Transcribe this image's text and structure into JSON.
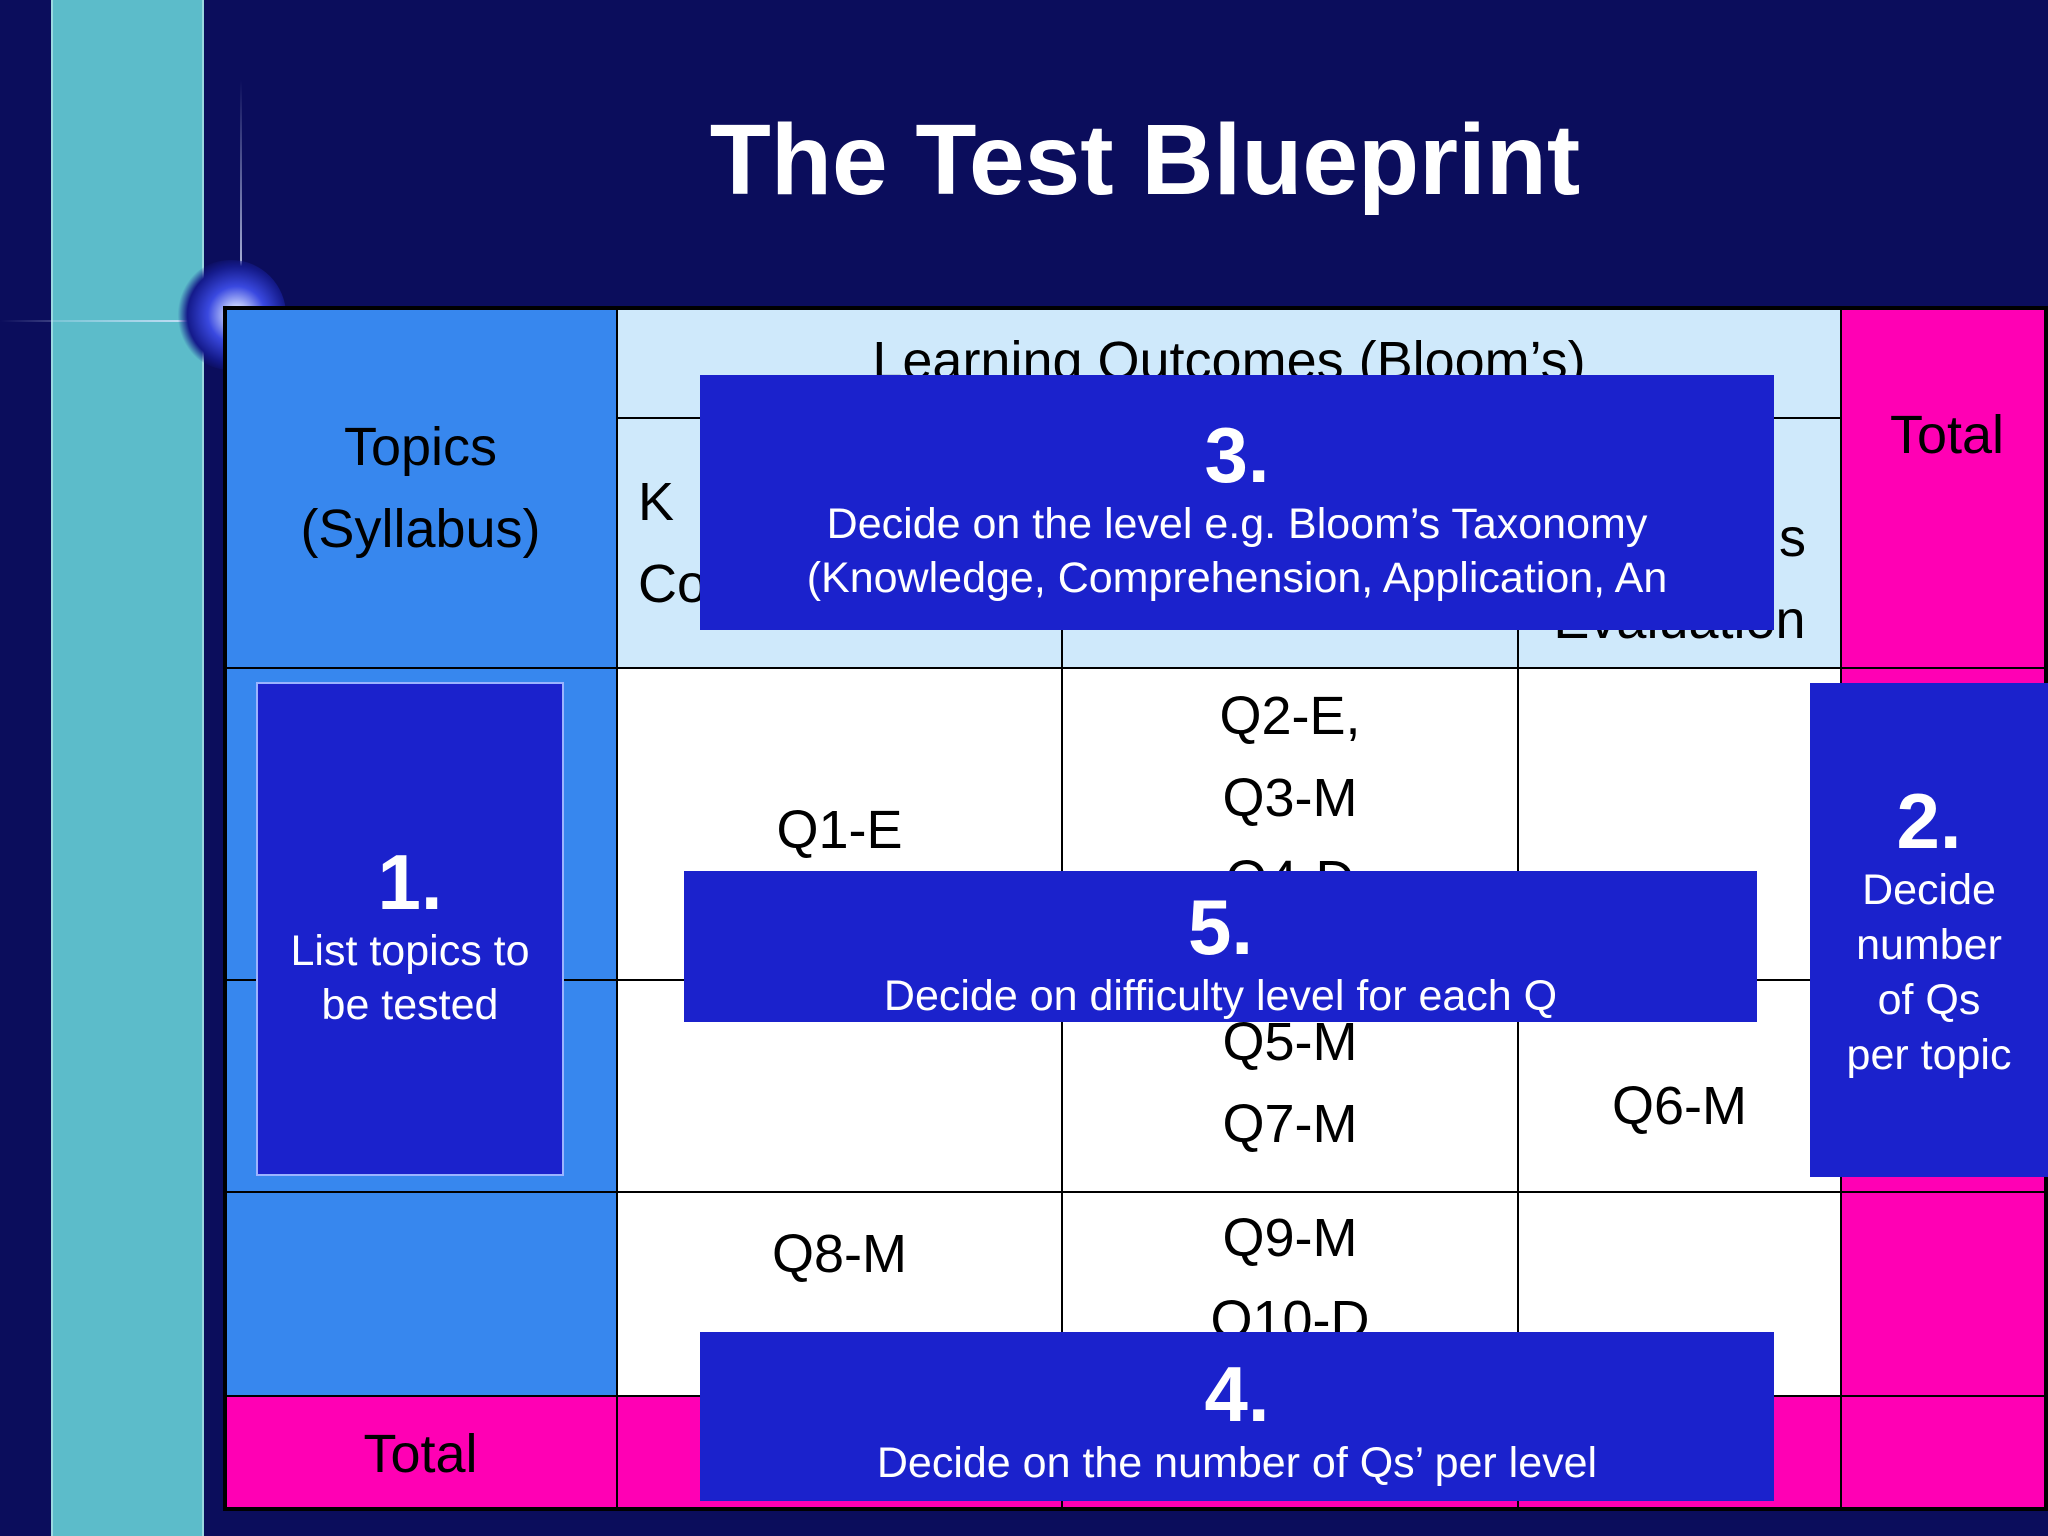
{
  "slide": {
    "title": "The Test Blueprint"
  },
  "table": {
    "topics_header_line1": "Topics",
    "topics_header_line2": "(Syllabus)",
    "outcomes_header": "Learning Outcomes (Bloom’s)",
    "level_col1_line1": "K",
    "level_col1_line2": "Co",
    "level_col3_line1": "s",
    "level_col3_line2": "Evaluation",
    "total_col_header": "Total",
    "total_row_label": "Total",
    "row1": {
      "col1": "Q1-E",
      "col2_line1": "Q2-E,",
      "col2_line2": "Q3-M",
      "col2_line3": "Q4-D"
    },
    "row2": {
      "col2_line1": "Q5-M",
      "col2_line2": "Q7-M",
      "col3": "Q6-M"
    },
    "row3": {
      "col1": "Q8-M",
      "col2_line1": "Q9-M",
      "col2_line2": "Q10-D"
    }
  },
  "overlays": {
    "step1": {
      "number": "1.",
      "text_line1": "List topics to",
      "text_line2": "be tested"
    },
    "step2": {
      "number": "2.",
      "text_line1": "Decide",
      "text_line2": "number",
      "text_line3": "of Qs",
      "text_line4": "per topic"
    },
    "step3": {
      "number": "3.",
      "text_line1": "Decide on the level e.g. Bloom’s Taxonomy",
      "text_line2": "(Knowledge, Comprehension, Application, An"
    },
    "step4": {
      "number": "4.",
      "text": "Decide on the number of Qs’ per level"
    },
    "step5": {
      "number": "5.",
      "text": "Decide on difficulty level for each Q"
    }
  },
  "colors": {
    "background": "#0b0d5c",
    "stripe": "#5cbcca",
    "topic_column": "#3787ee",
    "header_row": "#cfe9fb",
    "total_cells": "#ff00b4",
    "overlay_box": "#1b22cc"
  }
}
